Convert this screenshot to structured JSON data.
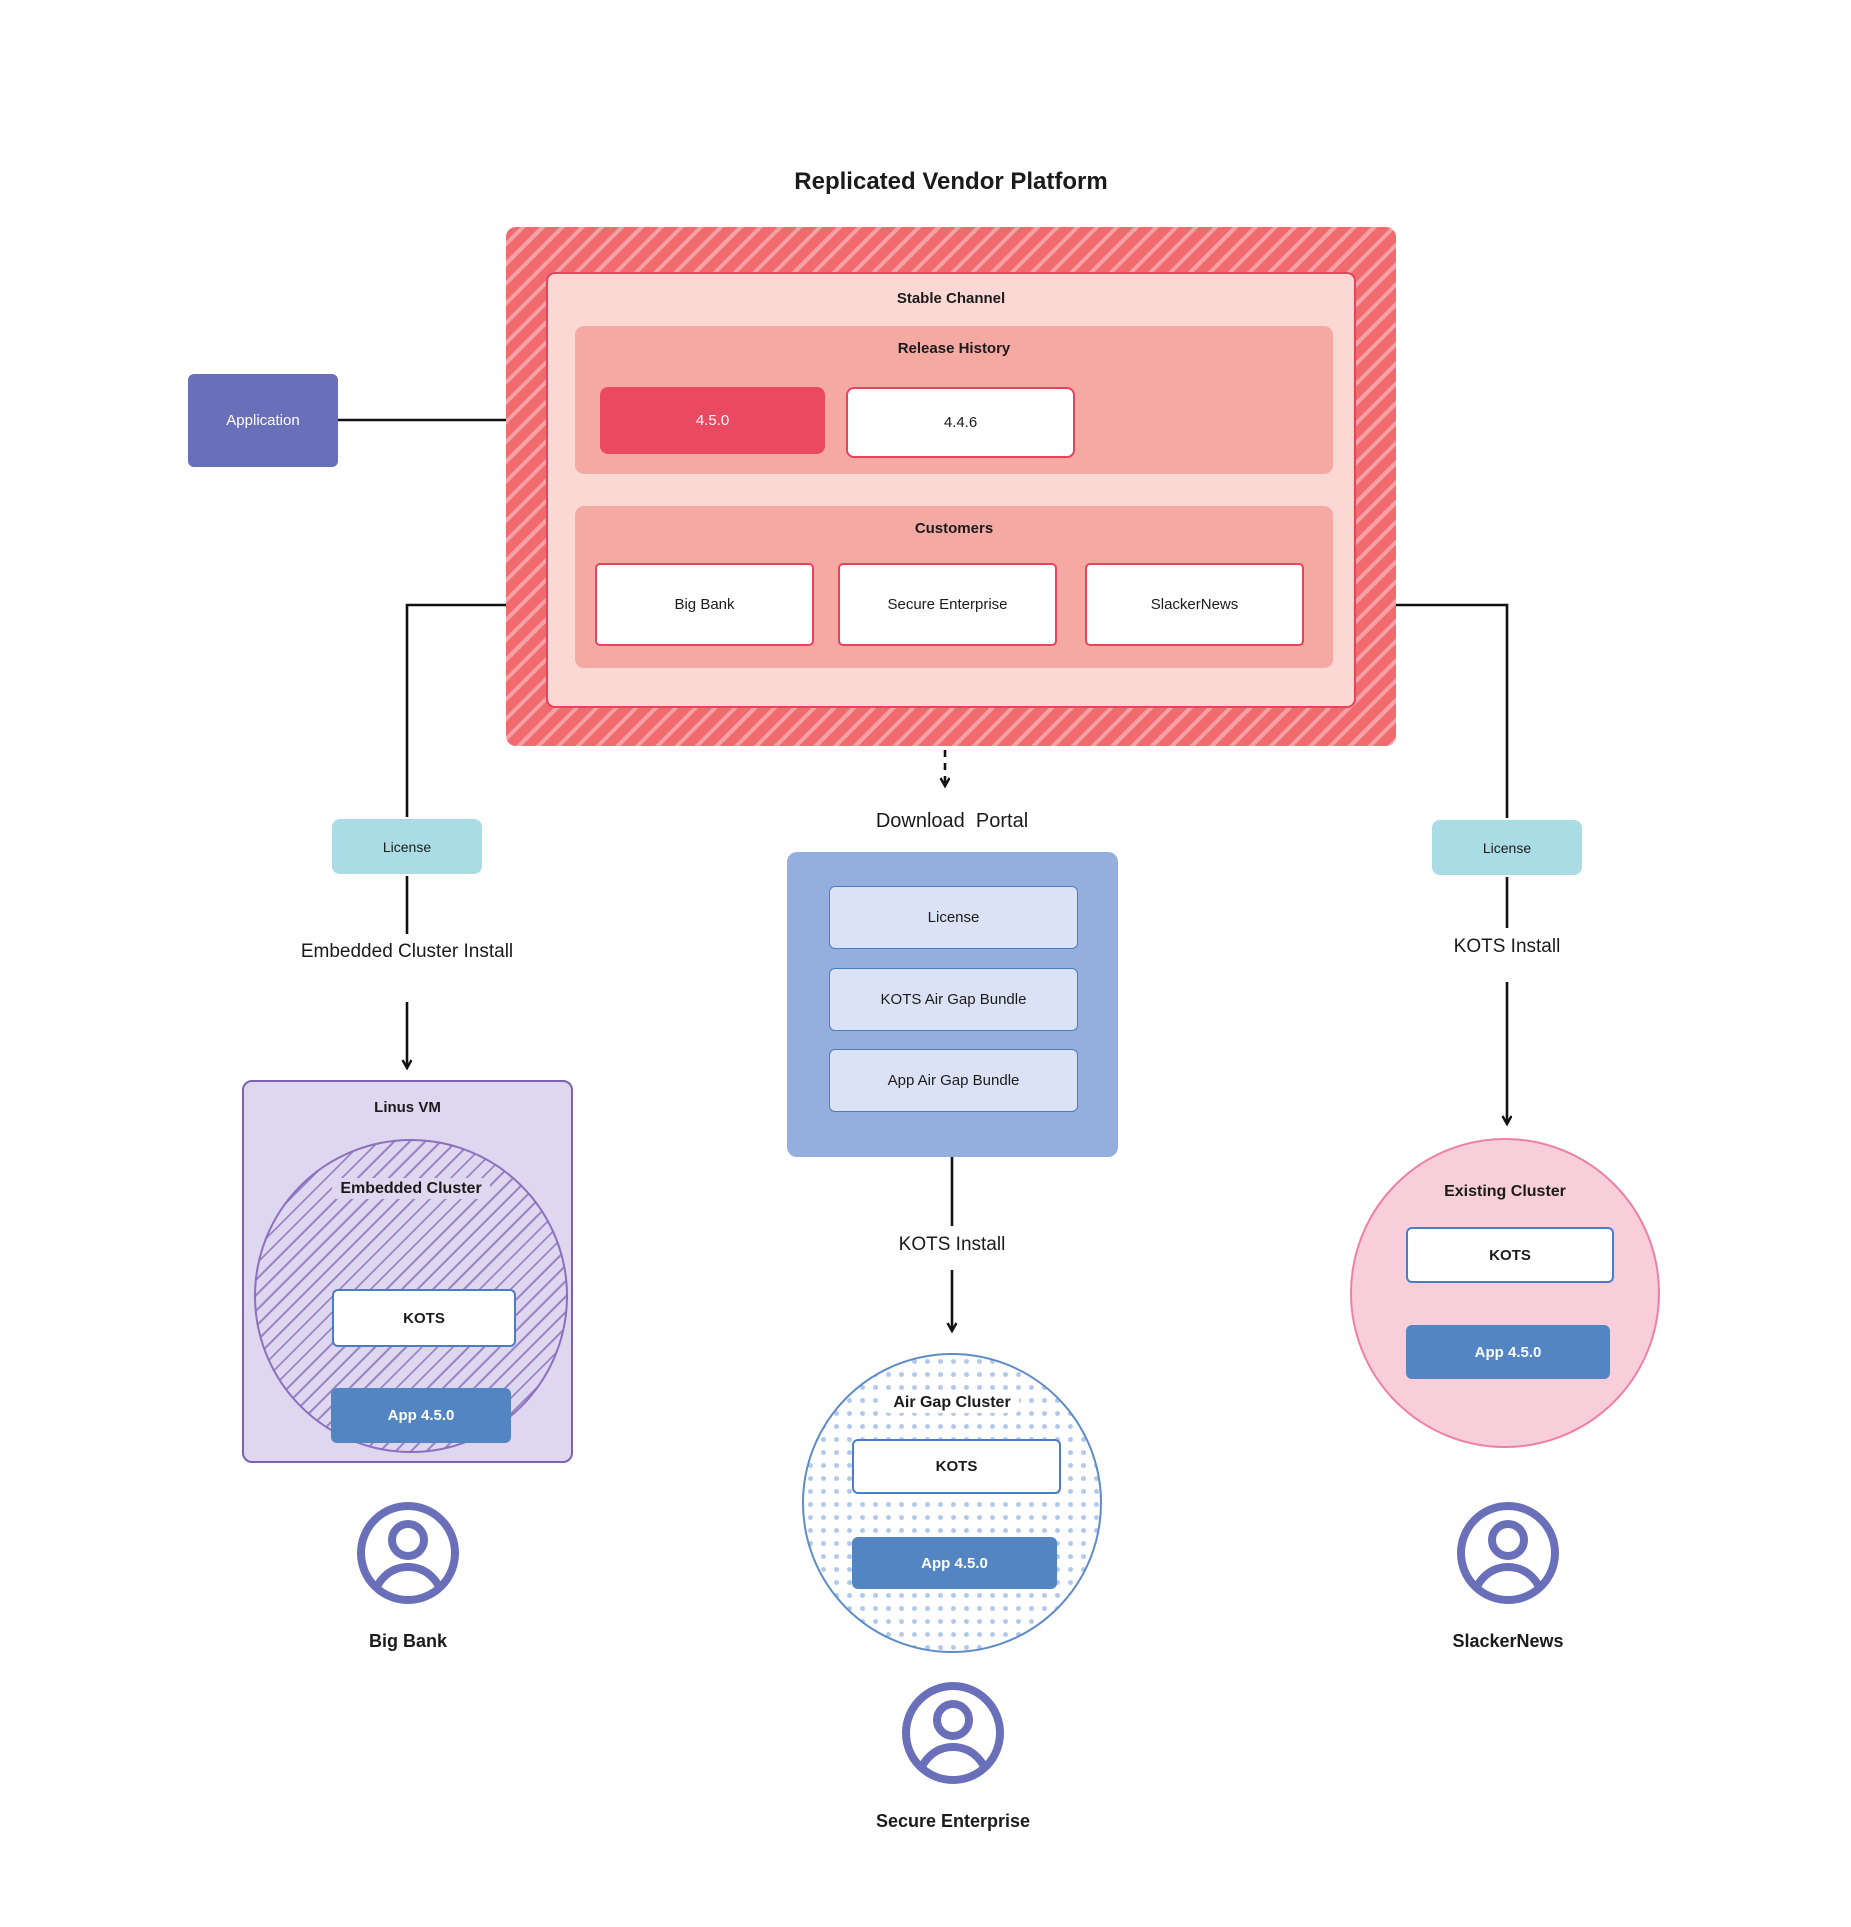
{
  "title": "Replicated Vendor Platform",
  "colors": {
    "platform_hatch_base": "#f06a6e",
    "platform_hatch_stripe": "#f7a0a5",
    "stable_channel_fill": "#fcd8d4",
    "stable_channel_border": "#e8425c",
    "section_fill": "#f5a9a3",
    "current_release_fill": "#e94a62",
    "application_fill": "#6a6fb9",
    "license_fill": "#a9dce4",
    "portal_fill": "#94aedd",
    "bundle_fill": "#dbe2f5",
    "kots_border": "#4a7cc7",
    "app_box_fill": "#5385c2",
    "vm_fill": "#ded7ef",
    "vm_border": "#7d62b0",
    "airgap_border": "#5f8cc9",
    "existing_fill": "#f9cedb",
    "existing_border": "#ee7fa6",
    "person_icon": "#6a6fb9",
    "connector": "#111111"
  },
  "application": {
    "label": "Application"
  },
  "platform": {
    "stable_channel_label": "Stable Channel",
    "release_history": {
      "label": "Release History",
      "current_release": "4.5.0",
      "previous_release": "4.4.6"
    },
    "customers": {
      "label": "Customers",
      "items": [
        "Big Bank",
        "Secure Enterprise",
        "SlackerNews"
      ]
    }
  },
  "left_branch": {
    "license_label": "License",
    "install_label": "Embedded Cluster Install",
    "vm_label": "Linus VM",
    "cluster_label": "Embedded Cluster",
    "kots_label": "KOTS",
    "app_label": "App 4.5.0",
    "customer_label": "Big Bank"
  },
  "middle_branch": {
    "portal_label": "Download  Portal",
    "portal_items": [
      "License",
      "KOTS Air Gap Bundle",
      "App Air Gap Bundle"
    ],
    "install_label": "KOTS Install",
    "cluster_label": "Air Gap Cluster",
    "kots_label": "KOTS",
    "app_label": "App 4.5.0",
    "customer_label": "Secure Enterprise"
  },
  "right_branch": {
    "license_label": "License",
    "install_label": "KOTS Install",
    "cluster_label": "Existing Cluster",
    "kots_label": "KOTS",
    "app_label": "App 4.5.0",
    "customer_label": "SlackerNews"
  }
}
